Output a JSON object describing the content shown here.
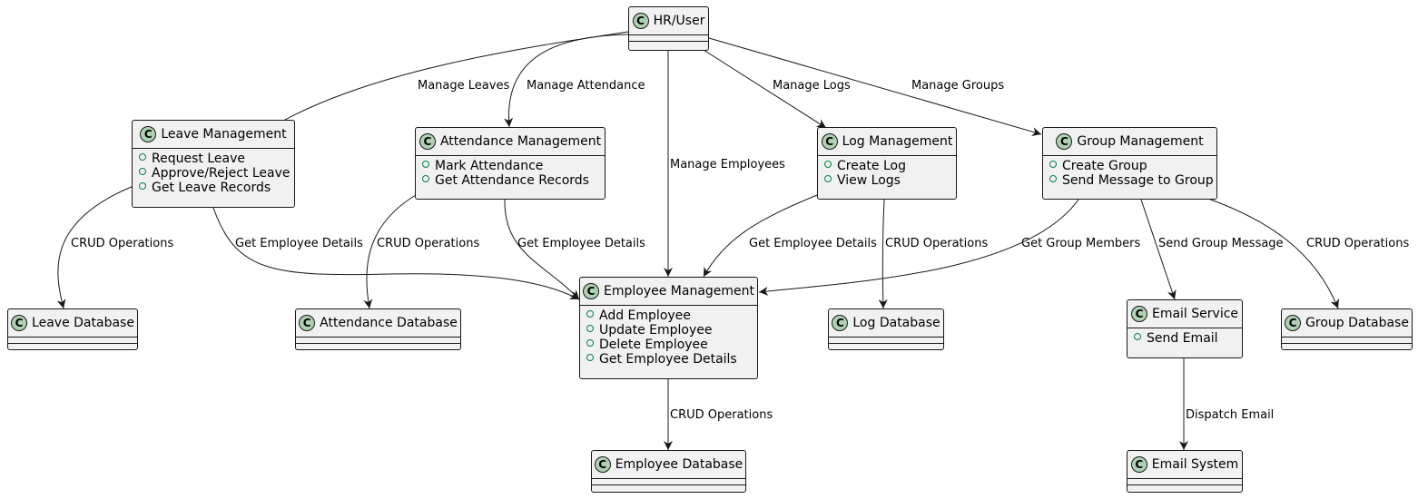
{
  "diagram": {
    "classes": {
      "hr_user": {
        "name": "HR/User",
        "badge": "C",
        "methods": []
      },
      "leave_mgmt": {
        "name": "Leave Management",
        "badge": "C",
        "methods": [
          "Request Leave",
          "Approve/Reject Leave",
          "Get Leave Records"
        ]
      },
      "attendance_mgmt": {
        "name": "Attendance Management",
        "badge": "C",
        "methods": [
          "Mark Attendance",
          "Get Attendance Records"
        ]
      },
      "log_mgmt": {
        "name": "Log Management",
        "badge": "C",
        "methods": [
          "Create Log",
          "View Logs"
        ]
      },
      "group_mgmt": {
        "name": "Group Management",
        "badge": "C",
        "methods": [
          "Create Group",
          "Send Message to Group"
        ]
      },
      "employee_mgmt": {
        "name": "Employee Management",
        "badge": "C",
        "methods": [
          "Add Employee",
          "Update Employee",
          "Delete Employee",
          "Get Employee Details"
        ]
      },
      "leave_db": {
        "name": "Leave Database",
        "badge": "C",
        "methods": []
      },
      "attendance_db": {
        "name": "Attendance Database",
        "badge": "C",
        "methods": []
      },
      "log_db": {
        "name": "Log Database",
        "badge": "C",
        "methods": []
      },
      "email_service": {
        "name": "Email Service",
        "badge": "C",
        "methods": [
          "Send Email"
        ]
      },
      "group_db": {
        "name": "Group Database",
        "badge": "C",
        "methods": []
      },
      "employee_db": {
        "name": "Employee Database",
        "badge": "C",
        "methods": []
      },
      "email_system": {
        "name": "Email System",
        "badge": "C",
        "methods": []
      }
    },
    "edges": {
      "manage_leaves": "Manage Leaves",
      "manage_attendance": "Manage Attendance",
      "manage_employees": "Manage Employees",
      "manage_logs": "Manage Logs",
      "manage_groups": "Manage Groups",
      "leave_crud": "CRUD Operations",
      "leave_get_employee": "Get Employee Details",
      "attendance_crud": "CRUD Operations",
      "attendance_get_employee": "Get Employee Details",
      "log_get_employee": "Get Employee Details",
      "log_crud": "CRUD Operations",
      "group_get_members": "Get Group Members",
      "group_send_message": "Send Group Message",
      "group_crud": "CRUD Operations",
      "employee_crud": "CRUD Operations",
      "dispatch_email": "Dispatch Email"
    }
  }
}
